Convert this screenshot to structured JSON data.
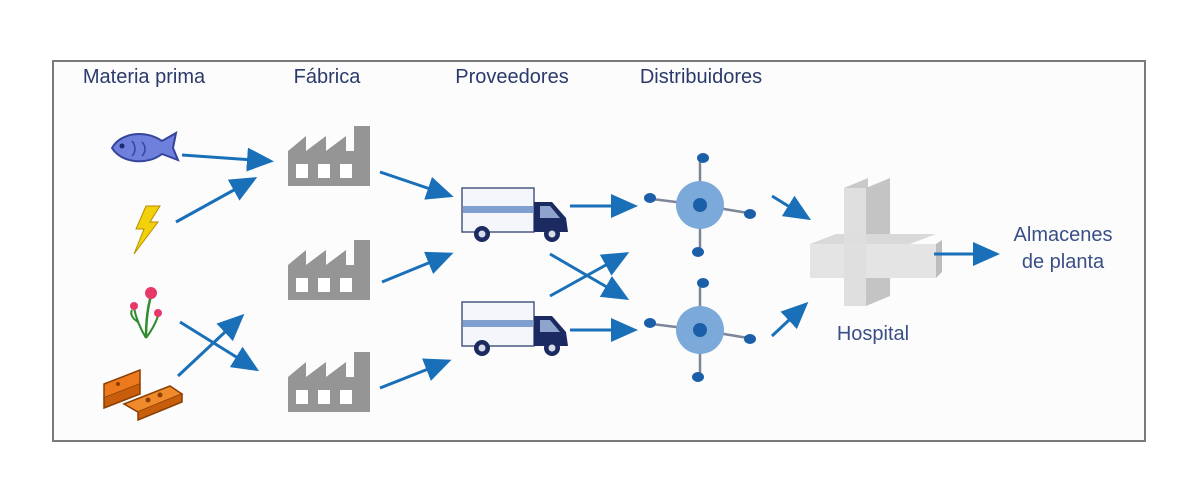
{
  "headers": {
    "materia_prima": "Materia prima",
    "fabrica": "Fábrica",
    "proveedores": "Proveedores",
    "distribuidores": "Distribuidores"
  },
  "labels": {
    "hospital": "Hospital",
    "almacenes_line1": "Almacenes",
    "almacenes_line2": "de planta"
  },
  "colors": {
    "arrow": "#1a70b8",
    "factory": "#959595",
    "hub_outer": "#7aa9da",
    "hub_inner": "#1a5fa8",
    "truck_cab": "#1b2a60",
    "truck_stripe": "#7e9fd0",
    "brick": "#ec7a1c",
    "fish": "#6e7fdc",
    "lightning": "#f2d00c",
    "flower": "#e8386a",
    "hospital": "#d5d5d5",
    "text": "#3a4f86"
  },
  "icons": [
    "fish-icon",
    "lightning-icon",
    "flower-icon",
    "brick-icon",
    "factory-icon",
    "truck-icon",
    "distribution-hub-icon",
    "hospital-cross-icon"
  ]
}
